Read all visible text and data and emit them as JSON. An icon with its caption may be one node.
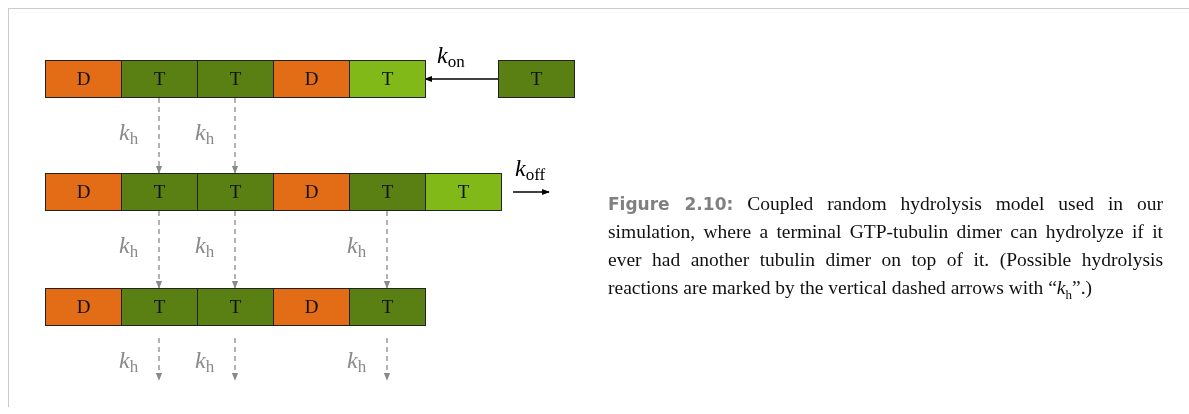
{
  "diagram": {
    "caption": "**Figure 2.10:** Coupled random hydrolysis model used in our simulation, where a terminal GTP-tubulin dimer can hydrolyze if it ever had another tubulin dimer on top of it. (Possible hydrolysis reactions are marked by the vertical dashed arrows with “*k*$_{h}$”.)",
    "nodes": [
      {
        "text": [
          "D"
        ]
      },
      {
        "text": [
          "T"
        ]
      },
      {
        "text": [
          "T"
        ]
      },
      {
        "text": [
          "D"
        ]
      },
      {
        "text": [
          "T"
        ]
      },
      {
        "text": [
          "T"
        ]
      },
      {
        "text": [
          "D"
        ]
      },
      {
        "text": [
          "T"
        ]
      },
      {
        "text": [
          "T"
        ]
      },
      {
        "text": [
          "D"
        ]
      },
      {
        "text": [
          "T"
        ]
      },
      {
        "text": [
          "T"
        ]
      },
      {
        "text": [
          "D"
        ]
      },
      {
        "text": [
          "T"
        ]
      },
      {
        "text": [
          "T"
        ]
      },
      {
        "text": [
          "D"
        ]
      },
      {
        "text": [
          "T"
        ]
      }
    ],
    "edges": [
      {
        "from": 5,
        "to": 4,
        "arrow": "to",
        "label": "*k*$_{on}$",
        "color": "#000000"
      },
      {
        "from": 1,
        "to": 7,
        "arrow": "to",
        "label": "*k*$_{h}$",
        "style": "dashed"
      },
      {
        "from": 2,
        "to": 8,
        "arrow": "to",
        "label": "*k*$_{h}$",
        "style": "dashed"
      },
      {
        "from": 11,
        "to": null,
        "arrow": "to",
        "label": "*k*$_{off}$",
        "color": "#000000"
      },
      {
        "from": 7,
        "to": 13,
        "arrow": "to",
        "label": "*k*$_{h}$",
        "style": "dashed"
      },
      {
        "from": 8,
        "to": 14,
        "arrow": "to",
        "label": "*k*$_{h}$",
        "style": "dashed"
      },
      {
        "from": 10,
        "to": 16,
        "arrow": "to",
        "label": "*k*$_{h}$",
        "style": "dashed"
      },
      {
        "from": 13,
        "to": null,
        "arrow": "to",
        "label": "*k*$_{h}$",
        "style": "dashed"
      },
      {
        "from": 14,
        "to": null,
        "arrow": "to",
        "label": "*k*$_{h}$",
        "style": "dashed"
      },
      {
        "from": 16,
        "to": null,
        "arrow": "to",
        "label": "*k*$_{h}$",
        "style": "dashed"
      }
    ]
  }
}
